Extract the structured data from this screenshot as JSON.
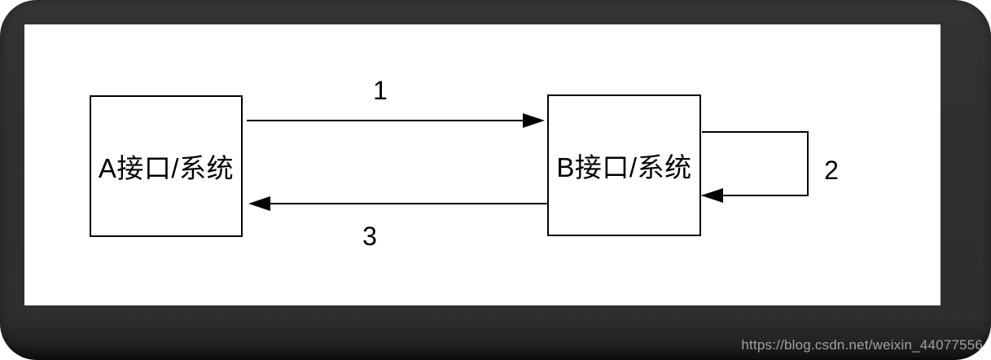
{
  "page": {
    "background_color": "#ffffff",
    "frame_color": "#2f2f2f",
    "watermark_text": "https://blog.csdn.net/weixin_44077556",
    "watermark_color": "#a0a0a0"
  },
  "diagram": {
    "line_color": "#000000",
    "nodes": [
      {
        "id": "A",
        "label": "A接口/系统"
      },
      {
        "id": "B",
        "label": "B接口/系统"
      }
    ],
    "edges": [
      {
        "label": "1",
        "from": "A",
        "to": "B"
      },
      {
        "label": "2",
        "from": "B",
        "to": "B"
      },
      {
        "label": "3",
        "from": "B",
        "to": "A"
      }
    ]
  }
}
